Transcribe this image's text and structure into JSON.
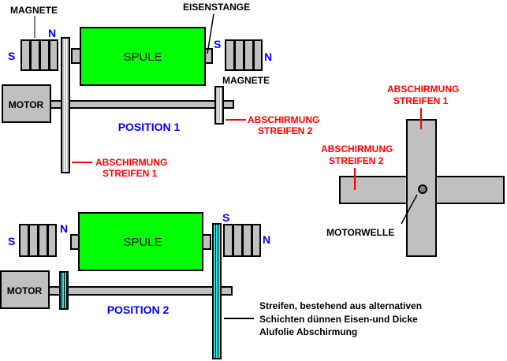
{
  "colors": {
    "coil": "#00ff00",
    "gray": "#c0c0c0",
    "outline": "#000000",
    "red_label": "#ff0000",
    "blue_label": "#0000ff",
    "laminated_stripe": "#40e0e0",
    "axle_dot": "#808080"
  },
  "position1": {
    "title": "POSITION 1",
    "magnets_left_label": "MAGNETE",
    "magnets_left_south": "S",
    "magnets_left_north": "N",
    "coil_label": "SPULE",
    "iron_rod_label": "EISENSTANGE",
    "magnets_right_south": "S",
    "magnets_right_north": "N",
    "magnets_right_label": "MAGNETE",
    "motor_label": "MOTOR",
    "shield_strip2_line1": "ABSCHIRMUNG",
    "shield_strip2_line2": "STREIFEN 2",
    "shield_strip1_line1": "ABSCHIRMUNG",
    "shield_strip1_line2": "STREIFEN 1"
  },
  "position2": {
    "title": "POSITION 2",
    "magnets_left_south": "S",
    "magnets_left_north": "N",
    "coil_label": "SPULE",
    "magnets_right_south": "S",
    "magnets_right_north": "N",
    "motor_label": "MOTOR",
    "note_line1": "Streifen, bestehend aus alternativen",
    "note_line2": "Schichten dünnen Eisen-und Dicke",
    "note_line3": "Alufolie Abschirmung"
  },
  "cross_view": {
    "strip1_line1": "ABSCHIRMUNG",
    "strip1_line2": "STREIFEN 1",
    "strip2_line1": "ABSCHIRMUNG",
    "strip2_line2": "STREIFEN 2",
    "shaft_label": "MOTORWELLE"
  }
}
